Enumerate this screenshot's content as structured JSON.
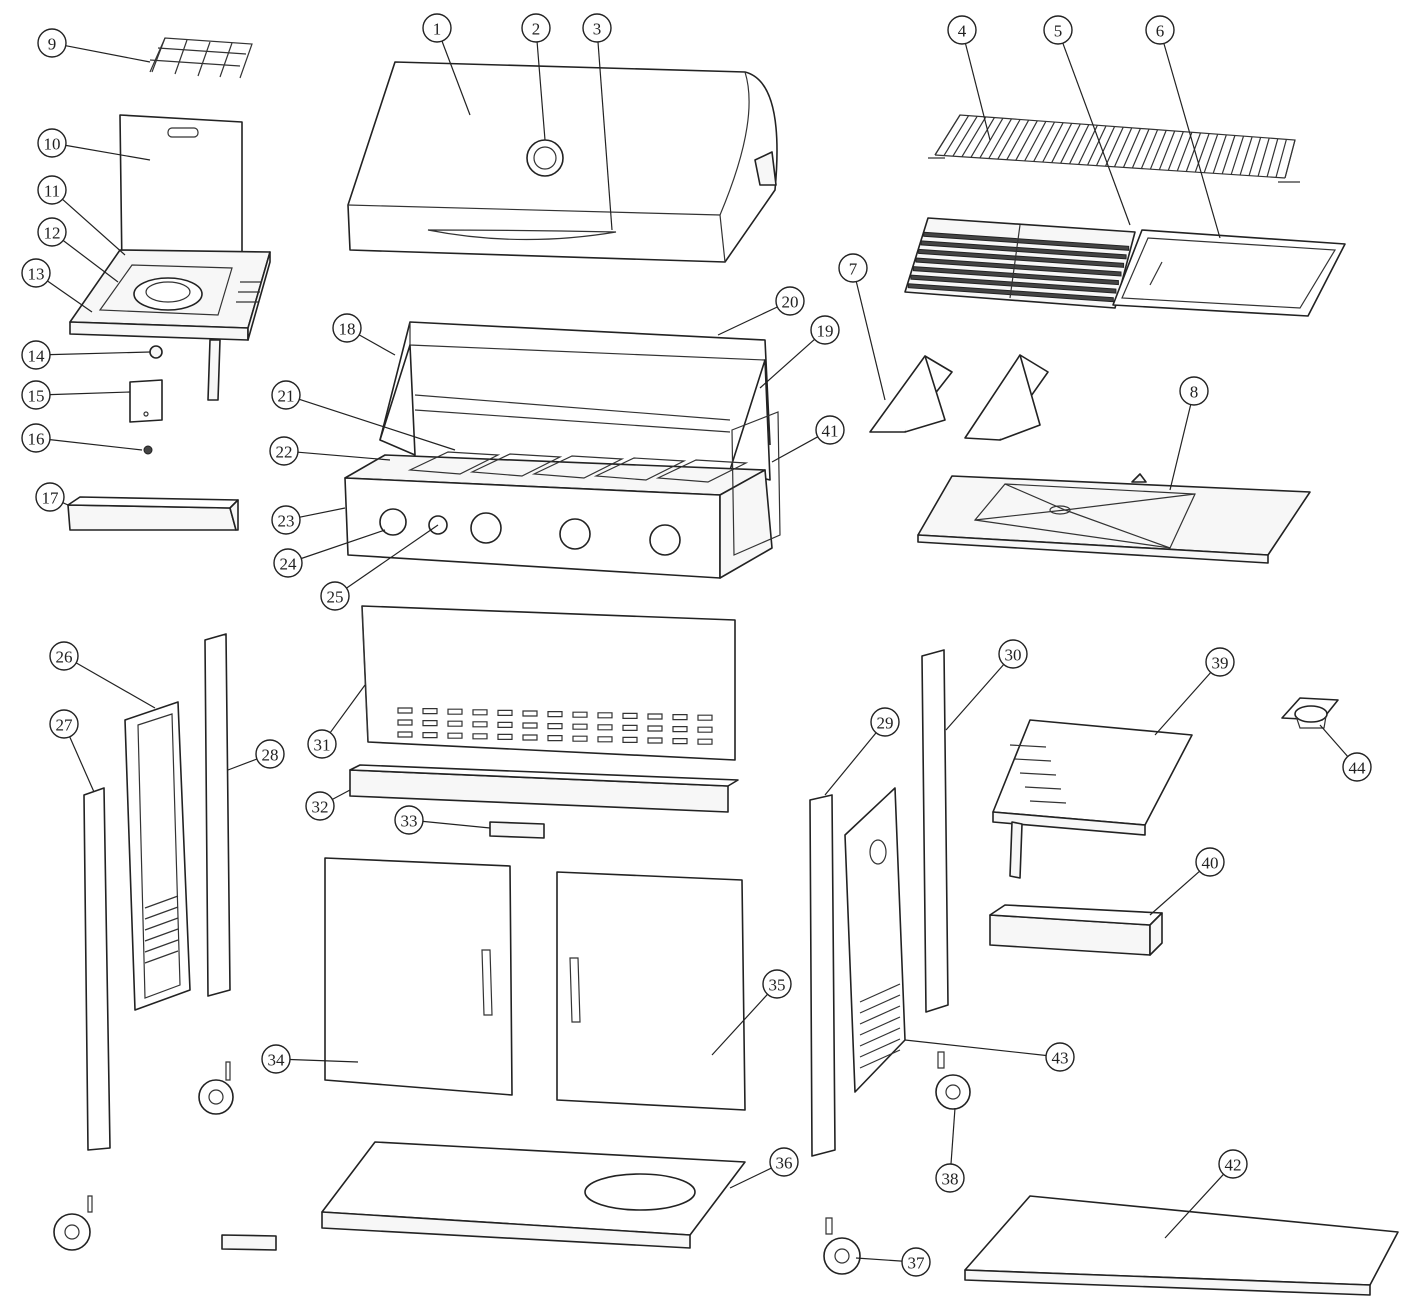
{
  "callouts": [
    {
      "label": "1"
    },
    {
      "label": "2"
    },
    {
      "label": "3"
    },
    {
      "label": "4"
    },
    {
      "label": "5"
    },
    {
      "label": "6"
    },
    {
      "label": "7"
    },
    {
      "label": "8"
    },
    {
      "label": "9"
    },
    {
      "label": "10"
    },
    {
      "label": "11"
    },
    {
      "label": "12"
    },
    {
      "label": "13"
    },
    {
      "label": "14"
    },
    {
      "label": "15"
    },
    {
      "label": "16"
    },
    {
      "label": "17"
    },
    {
      "label": "18"
    },
    {
      "label": "19"
    },
    {
      "label": "20"
    },
    {
      "label": "21"
    },
    {
      "label": "22"
    },
    {
      "label": "23"
    },
    {
      "label": "24"
    },
    {
      "label": "25"
    },
    {
      "label": "26"
    },
    {
      "label": "27"
    },
    {
      "label": "28"
    },
    {
      "label": "29"
    },
    {
      "label": "30"
    },
    {
      "label": "31"
    },
    {
      "label": "32"
    },
    {
      "label": "33"
    },
    {
      "label": "34"
    },
    {
      "label": "35"
    },
    {
      "label": "36"
    },
    {
      "label": "37"
    },
    {
      "label": "38"
    },
    {
      "label": "39"
    },
    {
      "label": "40"
    },
    {
      "label": "41"
    },
    {
      "label": "42"
    },
    {
      "label": "43"
    },
    {
      "label": "44"
    }
  ]
}
